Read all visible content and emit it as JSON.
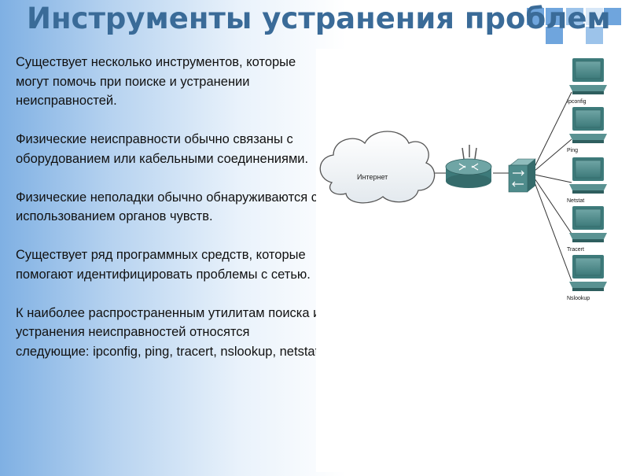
{
  "slide": {
    "title": "Инструменты устранения проблем",
    "paragraphs": [
      "Существует несколько инструментов, которые могут помочь при поиске и устранении неисправностей.",
      "Физические неисправности обычно связаны с оборудованием или кабельными соединениями.",
      "Физические неполадки обычно обнаруживаются с использованием органов чувств.",
      "Существует ряд программных средств, которые помогают идентифицировать проблемы с сетью.",
      "К наиболее распространенным утилитам поиска и устранения неисправностей относятся следующие: ipconfig, ping, tracert, nslookup, netstat."
    ]
  },
  "diagram": {
    "cloud_label": "Интернет",
    "computers": [
      {
        "label": "Ipconfig"
      },
      {
        "label": "Ping"
      },
      {
        "label": "Netstat"
      },
      {
        "label": "Tracert"
      },
      {
        "label": "Nslookup"
      }
    ]
  },
  "colors": {
    "title": "#3a6b98",
    "accent": "#6fa5dd",
    "device_teal": "#4f8c8c"
  }
}
